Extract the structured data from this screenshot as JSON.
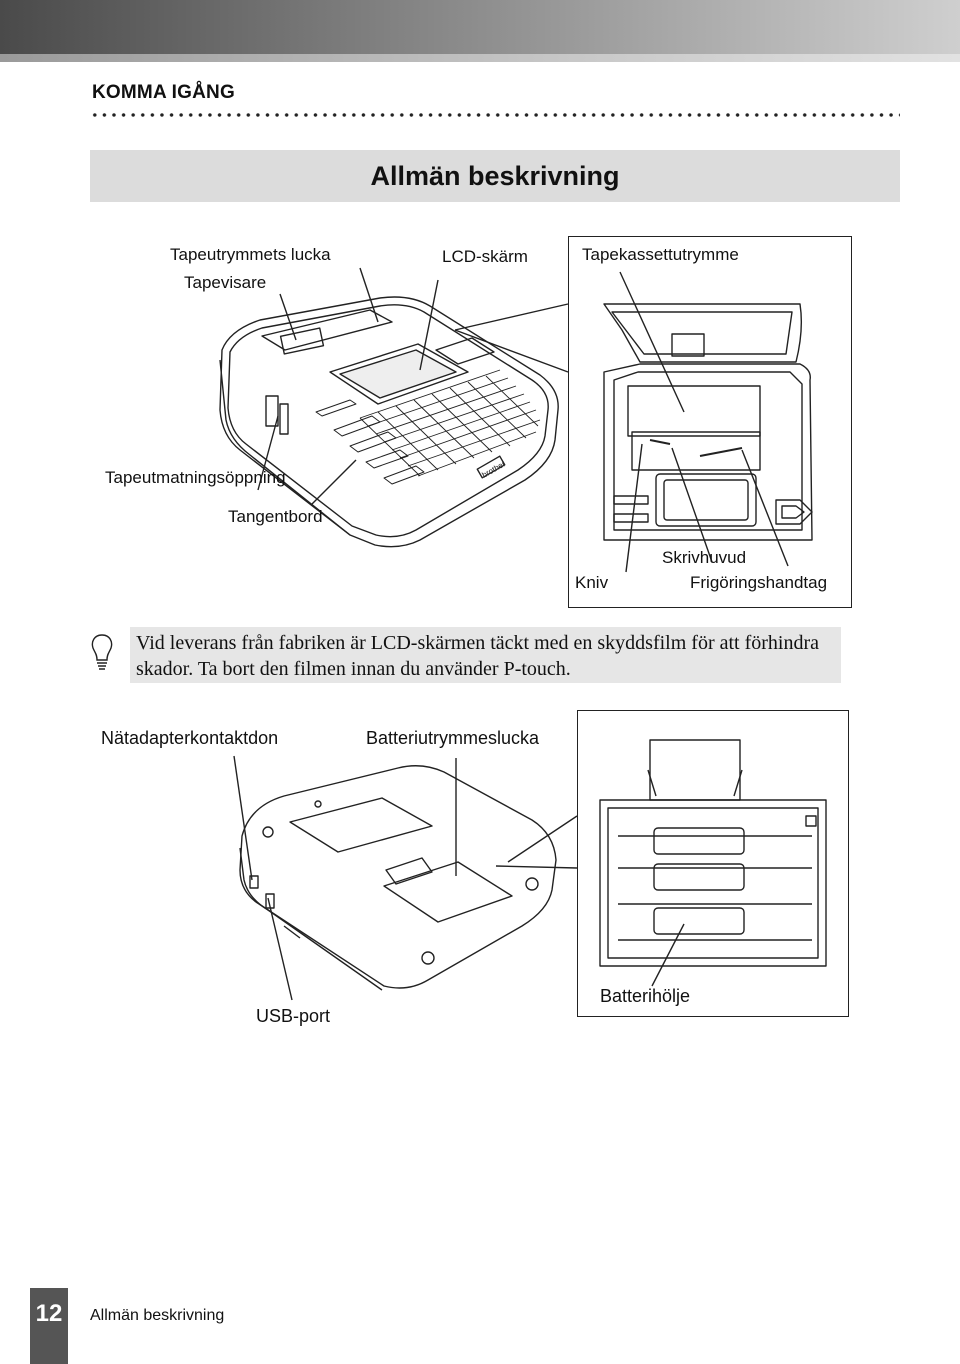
{
  "header": {
    "section": "KOMMA IGÅNG"
  },
  "title": "Allmän beskrivning",
  "figure_top": {
    "labels": {
      "tape_lid": "Tapeutrymmets lucka",
      "tape_viewer": "Tapevisare",
      "lcd": "LCD-skärm",
      "cassette": "Tapekassettutrymme",
      "tape_exit": "Tapeutmatningsöppning",
      "keyboard": "Tangentbord",
      "cutter": "Kniv",
      "print_head": "Skrivhuvud",
      "release_lever": "Frigöringshandtag"
    },
    "brand": "brother"
  },
  "tip": {
    "icon": "lightbulb-icon",
    "text": "Vid leverans från fabriken är LCD-skärmen täckt med en skyddsfilm för att förhindra skador. Ta bort den filmen innan du använder P-touch."
  },
  "figure_bottom": {
    "labels": {
      "adapter": "Nätadapterkontaktdon",
      "battery_lid": "Batteriutrymmeslucka",
      "usb": "USB-port",
      "battery_holder": "Batterihölje"
    }
  },
  "footer": {
    "page_number": "12",
    "title": "Allmän beskrivning"
  }
}
